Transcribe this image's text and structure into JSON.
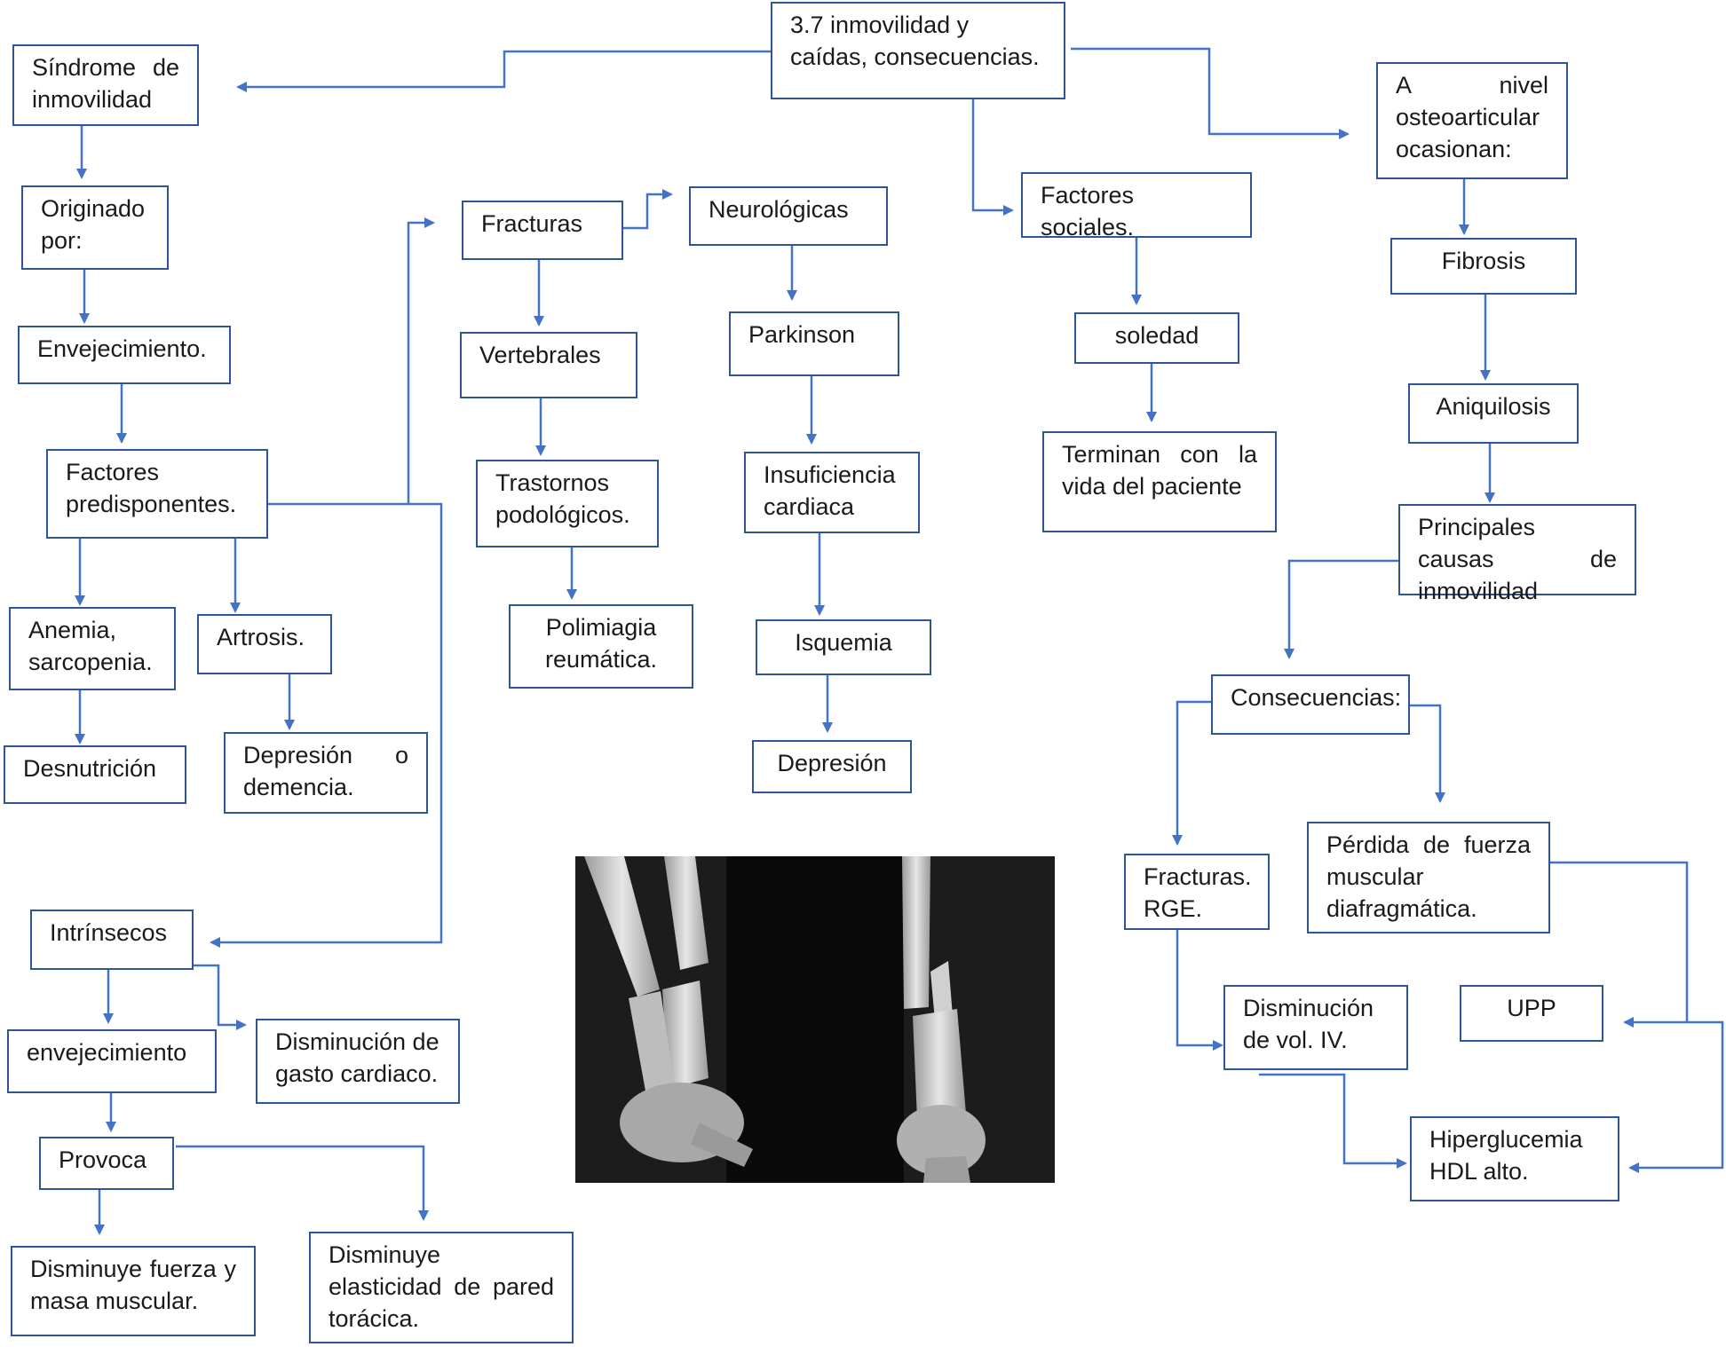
{
  "title": "3.7 inmovilidad y caídas, consecuencias.",
  "nodes": {
    "sindrome": "Síndrome de inmovilidad",
    "originado": "Originado por:",
    "envejecimiento": "Envejecimiento.",
    "factores_predisponentes": "Factores predisponentes.",
    "anemia": "Anemia, sarcopenia.",
    "artrosis": "Artrosis.",
    "desnutricion": "Desnutrición",
    "depresion_demencia": "Depresión o demencia.",
    "intrinsecos": "Intrínsecos",
    "envejecimiento_lower": "envejecimiento",
    "gasto_cardiaco": "Disminución de gasto cardiaco.",
    "provoca": "Provoca",
    "fuerza_masa": "Disminuye fuerza y masa muscular.",
    "elasticidad": "Disminuye elasticidad de pared torácica.",
    "fracturas": "Fracturas",
    "vertebrales": "Vertebrales",
    "trastornos": "Trastornos podológicos.",
    "polimiagia": "Polimiagia reumática.",
    "neurologicas": "Neurológicas",
    "parkinson": "Parkinson",
    "insuficiencia": "Insuficiencia cardiaca",
    "isquemia": "Isquemia",
    "depresion": "Depresión",
    "factores_sociales": "Factores sociales.",
    "soledad": "soledad",
    "terminan": "Terminan con la vida del paciente",
    "osteoarticular": "A nivel osteoarticular ocasionan:",
    "fibrosis": "Fibrosis",
    "aniquilosis": "Aniquilosis",
    "principales": "Principales causas de inmovilidad",
    "consecuencias": "Consecuencias:",
    "fracturas_rge": "Fracturas.\nRGE.",
    "perdida_fuerza": "Pérdida de fuerza muscular diafragmática.",
    "disminucion_vol": "Disminución\nde vol. IV.",
    "upp": "UPP",
    "hiperglucemia": "Hiperglucemia\nHDL alto."
  },
  "colors": {
    "connector": "#4472c4",
    "box_border": "#2f5597"
  },
  "image": {
    "subject": "x-ray of fractured forearm bones near the wrist"
  }
}
